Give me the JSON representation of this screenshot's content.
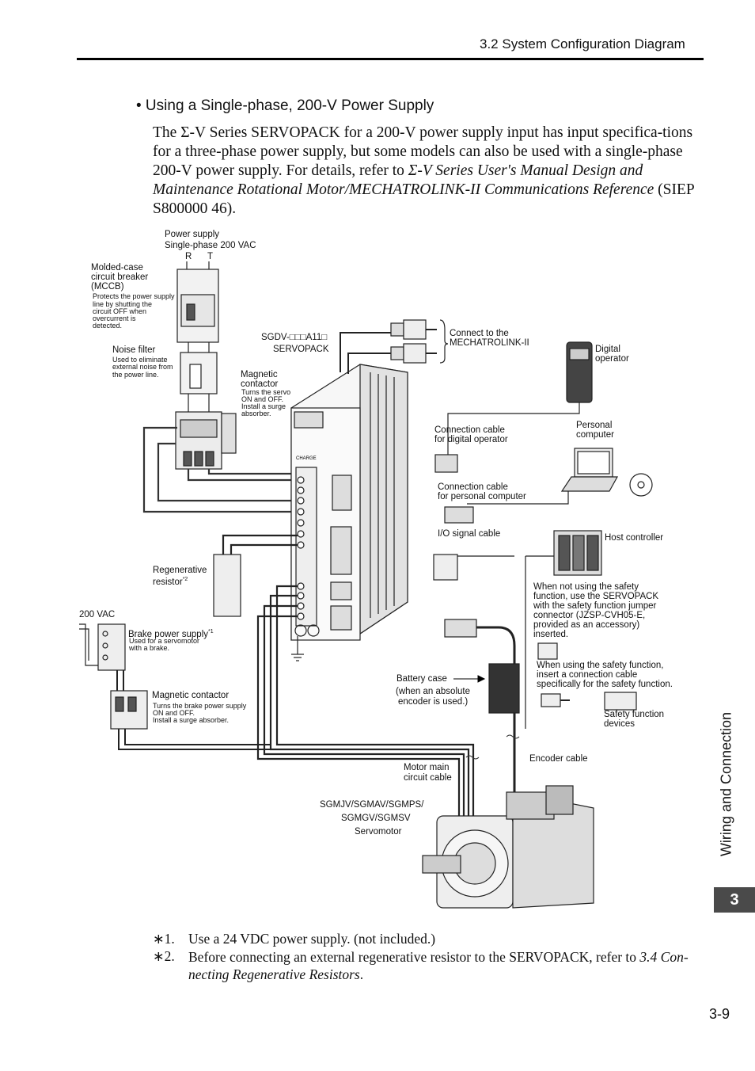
{
  "header": {
    "section_title": "3.2  System Configuration Diagram"
  },
  "bullet": "•  Using a Single-phase, 200-V Power Supply",
  "paragraph": {
    "text_before": "The Σ-V Series SERVOPACK for a 200-V power supply input has input specifica-tions for a three-phase power supply, but some models can also be used with a single-phase 200-V power supply. For details, refer to ",
    "ref_italic": "Σ-V Series User's Manual Design and Maintenance Rotational Motor/MECHATROLINK-II Communications Reference",
    "text_after": " (SIEP S800000 46)."
  },
  "diagram": {
    "power_supply": "Power supply",
    "power_supply_sub": "Single-phase 200 VAC",
    "r": "R",
    "t": "T",
    "mccb_title_1": "Molded-case",
    "mccb_title_2": "circuit breaker",
    "mccb_title_3": "(MCCB)",
    "mccb_desc_1": "Protects the power supply",
    "mccb_desc_2": "line by shutting the",
    "mccb_desc_3": "circuit OFF when",
    "mccb_desc_4": "overcurrent is",
    "mccb_desc_5": "detected.",
    "noise_filter": "Noise filter",
    "noise_desc_1": "Used to eliminate",
    "noise_desc_2": "external noise from",
    "noise_desc_3": "the power line.",
    "mag_contactor_1": "Magnetic",
    "mag_contactor_2": "contactor",
    "mag_desc_1": "Turns the servo",
    "mag_desc_2": "ON and OFF.",
    "mag_desc_3": "Install a surge",
    "mag_desc_4": "absorber.",
    "sgdv_model": "SGDV-□□□A11□",
    "servopack": "SERVOPACK",
    "connect_mech_1": "Connect to the",
    "connect_mech_2": "MECHATROLINK-II",
    "digital_operator_1": "Digital",
    "digital_operator_2": "operator",
    "conn_cable_dig_1": "Connection cable",
    "conn_cable_dig_2": "for digital operator",
    "personal_computer_1": "Personal",
    "personal_computer_2": "computer",
    "conn_cable_pc_1": "Connection cable",
    "conn_cable_pc_2": "for personal computer",
    "io_signal_cable": "I/O signal cable",
    "host_controller": "Host controller",
    "regen_1": "Regenerative",
    "regen_2": "resistor",
    "regen_sup": "*2",
    "vac200": "200 VAC",
    "brake_ps": "Brake power supply",
    "brake_sup": "*1",
    "brake_desc_1": "Used for a servomotor",
    "brake_desc_2": "with a brake.",
    "safety_not_1": "When not using the safety",
    "safety_not_2": "function, use the SERVOPACK",
    "safety_not_3": "with the safety function jumper",
    "safety_not_4": "connector (JZSP-CVH05-E,",
    "safety_not_5": "provided as an accessory)",
    "safety_not_6": "inserted.",
    "safety_use_1": "When using the safety function,",
    "safety_use_2": "insert a connection cable",
    "safety_use_3": "specifically for the safety function.",
    "safety_devices_1": "Safety function",
    "safety_devices_2": "devices",
    "battery_case": "Battery case",
    "battery_sub_1": "(when an absolute",
    "battery_sub_2": "encoder is used.)",
    "mag_contactor_b": "Magnetic contactor",
    "mag_b_desc_1": "Turns the brake power supply",
    "mag_b_desc_2": "ON and OFF.",
    "mag_b_desc_3": "Install a surge absorber.",
    "encoder_cable": "Encoder cable",
    "motor_main_1": "Motor main",
    "motor_main_2": "circuit cable",
    "servomotor_1": "SGMJV/SGMAV/SGMPS/",
    "servomotor_2": "SGMGV/SGMSV",
    "servomotor_3": "Servomotor",
    "charge": "CHARGE"
  },
  "footnotes": [
    {
      "mark": "∗1.",
      "text": "Use a 24 VDC power supply. (not included.)",
      "ref": "",
      "tail": ""
    },
    {
      "mark": "∗2.",
      "text": "Before connecting an external regenerative resistor to the SERVOPACK, refer to ",
      "ref": "3.4 Con-necting Regenerative Resistors",
      "tail": "."
    }
  ],
  "side_tab": "Wiring and Connection",
  "chapter_number": "3",
  "page_number": "3-9"
}
